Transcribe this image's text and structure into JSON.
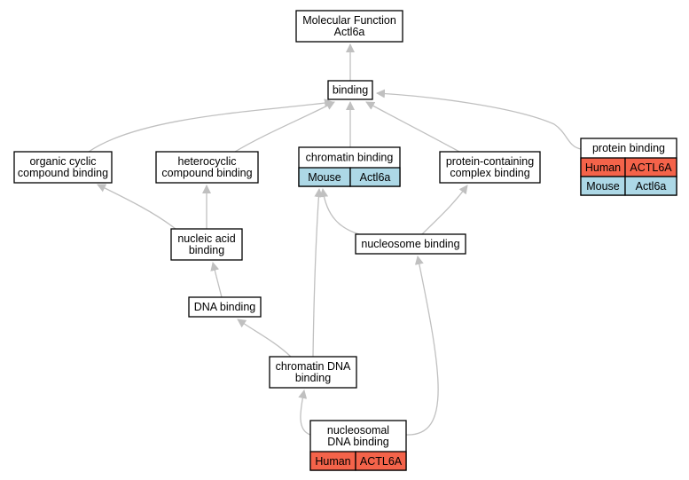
{
  "title": "Molecular Function Actl6a",
  "colors": {
    "edge": "#c0c0c0",
    "human": "#f4634a",
    "mouse": "#add8e6",
    "node_border": "#000000",
    "node_fill": "#ffffff"
  },
  "nodes": {
    "root": {
      "lines": [
        "Molecular Function",
        "Actl6a"
      ]
    },
    "binding": {
      "lines": [
        "binding"
      ]
    },
    "organic": {
      "lines": [
        "organic cyclic",
        "compound binding"
      ]
    },
    "heterocyclic": {
      "lines": [
        "heterocyclic",
        "compound binding"
      ]
    },
    "chromatin_binding": {
      "lines": [
        "chromatin binding"
      ],
      "annotations": [
        {
          "species": "Mouse",
          "gene": "Actl6a"
        }
      ]
    },
    "protein_complex": {
      "lines": [
        "protein-containing",
        "complex binding"
      ]
    },
    "protein_binding": {
      "lines": [
        "protein binding"
      ],
      "annotations": [
        {
          "species": "Human",
          "gene": "ACTL6A"
        },
        {
          "species": "Mouse",
          "gene": "Actl6a"
        }
      ]
    },
    "nucleic_acid": {
      "lines": [
        "nucleic acid",
        "binding"
      ]
    },
    "nucleosome": {
      "lines": [
        "nucleosome binding"
      ]
    },
    "dna_binding": {
      "lines": [
        "DNA binding"
      ]
    },
    "chromatin_dna": {
      "lines": [
        "chromatin DNA",
        "binding"
      ]
    },
    "nucleosomal_dna": {
      "lines": [
        "nucleosomal",
        "DNA binding"
      ],
      "annotations": [
        {
          "species": "Human",
          "gene": "ACTL6A"
        }
      ]
    }
  },
  "edges": [
    {
      "from": "binding",
      "to": "root"
    },
    {
      "from": "organic",
      "to": "binding"
    },
    {
      "from": "heterocyclic",
      "to": "binding"
    },
    {
      "from": "chromatin_binding",
      "to": "binding"
    },
    {
      "from": "protein_complex",
      "to": "binding"
    },
    {
      "from": "protein_binding",
      "to": "binding"
    },
    {
      "from": "nucleic_acid",
      "to": "organic"
    },
    {
      "from": "nucleic_acid",
      "to": "heterocyclic"
    },
    {
      "from": "nucleosome",
      "to": "chromatin_binding"
    },
    {
      "from": "nucleosome",
      "to": "protein_complex"
    },
    {
      "from": "dna_binding",
      "to": "nucleic_acid"
    },
    {
      "from": "chromatin_dna",
      "to": "dna_binding"
    },
    {
      "from": "chromatin_dna",
      "to": "chromatin_binding"
    },
    {
      "from": "nucleosomal_dna",
      "to": "chromatin_dna"
    },
    {
      "from": "nucleosomal_dna",
      "to": "nucleosome"
    }
  ]
}
